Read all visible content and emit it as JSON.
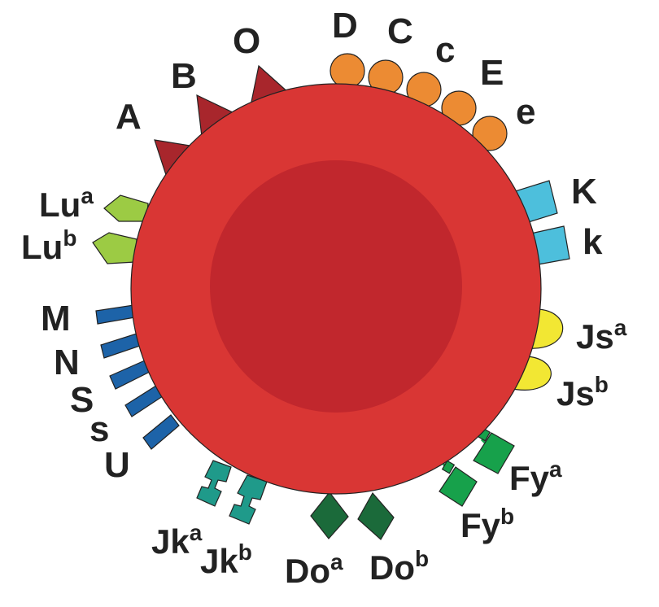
{
  "colors": {
    "cell_outer": "#d93634",
    "cell_inner": "#c1272d",
    "abo": "#a8262c",
    "rh": "#ec8b33",
    "kell": "#4dbfdc",
    "kidd_js": "#f2e733",
    "duffy": "#17a14b",
    "dombrock": "#1b6a3a",
    "kidd": "#1f9a8a",
    "mns": "#1d63a8",
    "lutheran": "#9ccb44",
    "outline": "#222222"
  },
  "antigens": {
    "A": "A",
    "B": "B",
    "O": "O",
    "D": "D",
    "C": "C",
    "c": "c",
    "E": "E",
    "e": "e",
    "K": "K",
    "k": "k",
    "Js_base": "Js",
    "Js_a": "a",
    "Js_b": "b",
    "Fy_base": "Fy",
    "Fy_a": "a",
    "Fy_b": "b",
    "Do_base": "Do",
    "Do_a": "a",
    "Do_b": "b",
    "Jk_base": "Jk",
    "Jk_a": "a",
    "Jk_b": "b",
    "M": "M",
    "N": "N",
    "S": "S",
    "s": "s",
    "U": "U",
    "Lu_base": "Lu",
    "Lu_a": "a",
    "Lu_b": "b"
  }
}
